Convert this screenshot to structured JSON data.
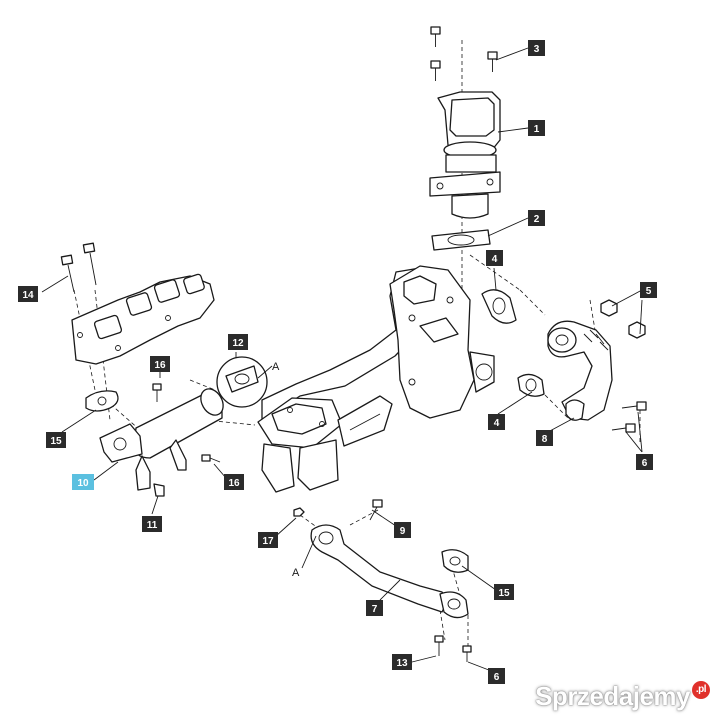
{
  "diagram": {
    "callouts": [
      {
        "id": "c1",
        "label": "1"
      },
      {
        "id": "c2",
        "label": "2"
      },
      {
        "id": "c3",
        "label": "3"
      },
      {
        "id": "c4a",
        "label": "4"
      },
      {
        "id": "c4b",
        "label": "4"
      },
      {
        "id": "c5",
        "label": "5"
      },
      {
        "id": "c6a",
        "label": "6"
      },
      {
        "id": "c6b",
        "label": "6"
      },
      {
        "id": "c7",
        "label": "7"
      },
      {
        "id": "c8",
        "label": "8"
      },
      {
        "id": "c9",
        "label": "9"
      },
      {
        "id": "c10",
        "label": "10",
        "highlighted": true
      },
      {
        "id": "c11",
        "label": "11"
      },
      {
        "id": "c12",
        "label": "12"
      },
      {
        "id": "c13",
        "label": "13"
      },
      {
        "id": "c14",
        "label": "14"
      },
      {
        "id": "c15a",
        "label": "15"
      },
      {
        "id": "c15b",
        "label": "15"
      },
      {
        "id": "c16a",
        "label": "16"
      },
      {
        "id": "c16b",
        "label": "16"
      },
      {
        "id": "c17",
        "label": "17"
      }
    ],
    "reference_letters": [
      {
        "id": "refA1",
        "label": "A"
      },
      {
        "id": "refA2",
        "label": "A"
      }
    ],
    "highlight_color": "#5bc0e0",
    "callout_color": "#2b2b2b"
  },
  "watermark": {
    "brand": "Sprzedajemy",
    "badge": ".pl"
  }
}
